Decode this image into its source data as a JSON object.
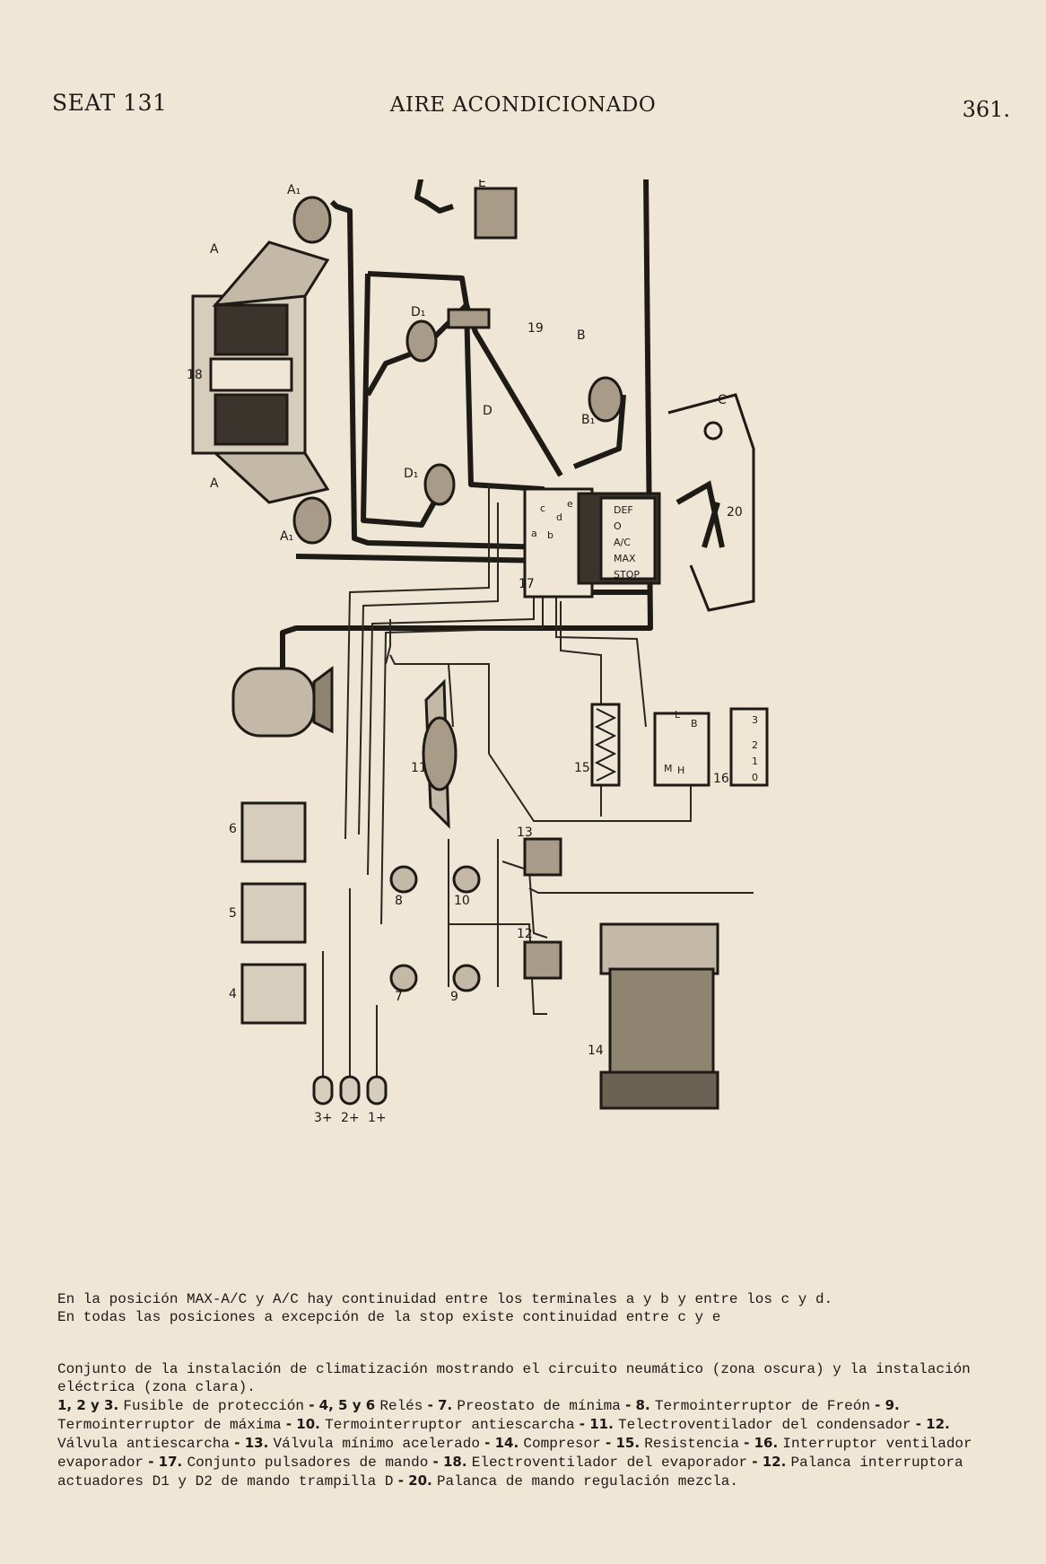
{
  "header": {
    "left": "SEAT 131",
    "center": "AIRE ACONDICIONADO",
    "page_number": "361."
  },
  "diagram": {
    "group_labels": [
      "A",
      "A",
      "E",
      "B",
      "C",
      "D"
    ],
    "part_labels": {
      "p18": "18",
      "p19": "19",
      "p20": "20",
      "p11": "11",
      "p15": "15",
      "p16": "16",
      "p17": "17",
      "p4": "4",
      "p5": "5",
      "p6": "6",
      "p7": "7",
      "p8": "8",
      "p9": "9",
      "p10": "10",
      "p12": "12",
      "p13": "13",
      "p14": "14"
    },
    "actuator_labels": [
      "A₁",
      "A₁",
      "D₁",
      "D₁",
      "B₁"
    ],
    "buttons": [
      "DEF",
      "O",
      "A/C",
      "MAX",
      "STOP"
    ],
    "terminals": [
      "a",
      "b",
      "c",
      "d",
      "e"
    ],
    "switch16_positions": [
      "0",
      "1",
      "2",
      "3"
    ],
    "switch16_terminals": [
      "B",
      "L",
      "M",
      "H"
    ],
    "fuses": [
      "3+",
      "2+",
      "1+"
    ]
  },
  "notes": [
    "En la posición MAX-A/C y A/C hay continuidad entre los terminales a y b y entre los c y d.",
    "En todas las posiciones a excepción de la stop existe continuidad entre c y e"
  ],
  "legend": {
    "intro": "Conjunto de la instalación de climatización mostrando el circuito neumático (zona oscura) y la instalación eléctrica (zona clara).",
    "items": [
      {
        "num": "1, 2 y 3.",
        "text": "Fusible de protección"
      },
      {
        "num": "4, 5 y 6",
        "text": "Relés"
      },
      {
        "num": "7.",
        "text": "Preostato de mínima"
      },
      {
        "num": "8.",
        "text": "Termointerruptor de Freón"
      },
      {
        "num": "9.",
        "text": "Termointerruptor de máxima"
      },
      {
        "num": "10.",
        "text": "Termointerruptor antiescarcha"
      },
      {
        "num": "11.",
        "text": "Telectroventilador del condensador"
      },
      {
        "num": "12.",
        "text": "Válvula antiescarcha"
      },
      {
        "num": "13.",
        "text": "Válvula mínimo acelerado"
      },
      {
        "num": "14.",
        "text": "Compresor"
      },
      {
        "num": "15.",
        "text": "Resistencia"
      },
      {
        "num": "16.",
        "text": "Interruptor ventilador evaporador"
      },
      {
        "num": "17.",
        "text": "Conjunto pulsadores de mando"
      },
      {
        "num": "18.",
        "text": "Electroventilador del evaporador"
      },
      {
        "num": "12.",
        "text": "Palanca interruptora actuadores D1 y D2 de mando trampilla D"
      },
      {
        "num": "20.",
        "text": "Palanca de mando regulación mezcla."
      }
    ]
  }
}
